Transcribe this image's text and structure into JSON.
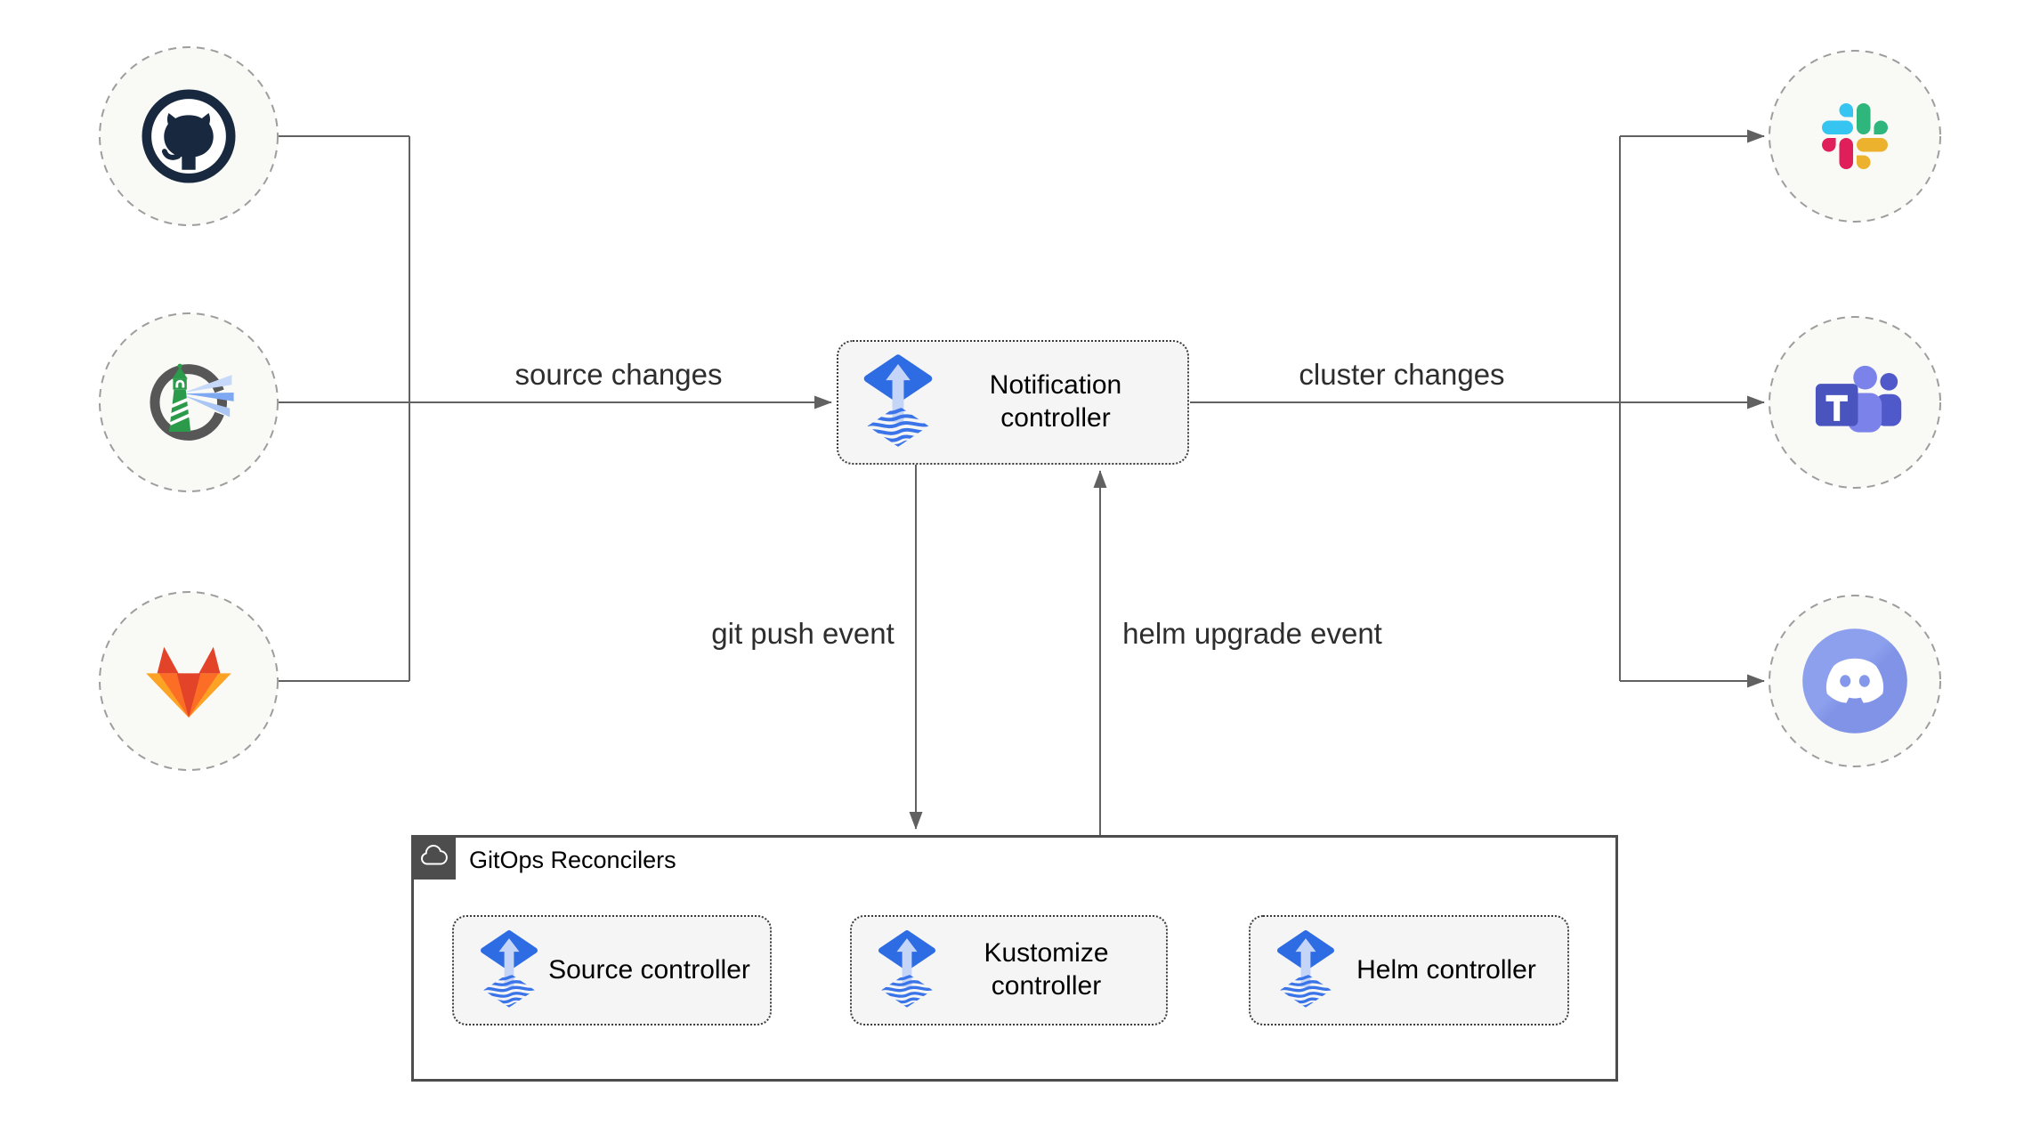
{
  "controller": {
    "label": "Notification controller",
    "icon": "flux-icon"
  },
  "edges": {
    "source_changes": "source changes",
    "cluster_changes": "cluster changes",
    "git_push_event": "git push event",
    "helm_upgrade_event": "helm upgrade event"
  },
  "sources": [
    {
      "icon": "github-icon"
    },
    {
      "icon": "harbor-icon"
    },
    {
      "icon": "gitlab-icon"
    }
  ],
  "destinations": [
    {
      "icon": "slack-icon"
    },
    {
      "icon": "teams-icon"
    },
    {
      "icon": "discord-icon"
    }
  ],
  "reconcilers": {
    "title": "GitOps Reconcilers",
    "badge_icon": "cloud-icon",
    "items": [
      {
        "label": "Source controller",
        "icon": "flux-icon"
      },
      {
        "label": "Kustomize controller",
        "icon": "flux-icon"
      },
      {
        "label": "Helm controller",
        "icon": "flux-icon"
      }
    ]
  },
  "colors": {
    "background": "#ffffff",
    "line": "#616161",
    "node_fill": "#f5f5f5",
    "node_border": "#3b3b3b",
    "circle_fill": "#f9f9f6",
    "circle_border": "#9e9e9e",
    "container_border": "#4d4d4d",
    "flux_blue": "#2e6ce4",
    "flux_arrow": "#c5d5f7",
    "flux_wave": "#3a74e8",
    "github_navy": "#17283f",
    "harbor_green": "#2c9a4b",
    "harbor_ring": "#575757",
    "gitlab_red": "#e24329",
    "gitlab_orange": "#fc6d26",
    "gitlab_yellow": "#fca326",
    "slack_blue": "#36C5F0",
    "slack_green": "#2EB67D",
    "slack_yellow": "#ECB22E",
    "slack_red": "#E01E5A",
    "teams_dark": "#5059c9",
    "teams_light": "#7b83eb",
    "teams_square": "#4a54bf",
    "discord_blurple": "#8497ea"
  }
}
